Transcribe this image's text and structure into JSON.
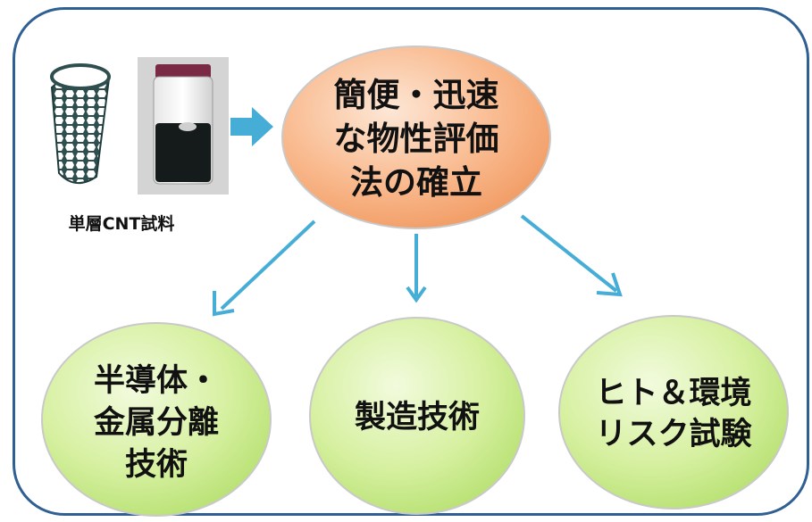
{
  "sample": {
    "caption": "単層CNT試料",
    "tube_icon": "carbon-nanotube-icon",
    "photo": "sample-vial-photo"
  },
  "nodes": {
    "center": {
      "text": "簡便・迅速\nな物性評価\n法の確立",
      "fill": "#f9b98d"
    },
    "left": {
      "text": "半導体・\n金属分離\n技術",
      "fill": "#d6f0a0"
    },
    "middle": {
      "text": "製造技術",
      "fill": "#d6f0a0"
    },
    "right": {
      "text": "ヒト＆環境\nリスク試験",
      "fill": "#d6f0a0"
    }
  },
  "colors": {
    "arrow": "#46aed6",
    "frame": "#2f5f93",
    "outline": "#9aa0a6"
  }
}
